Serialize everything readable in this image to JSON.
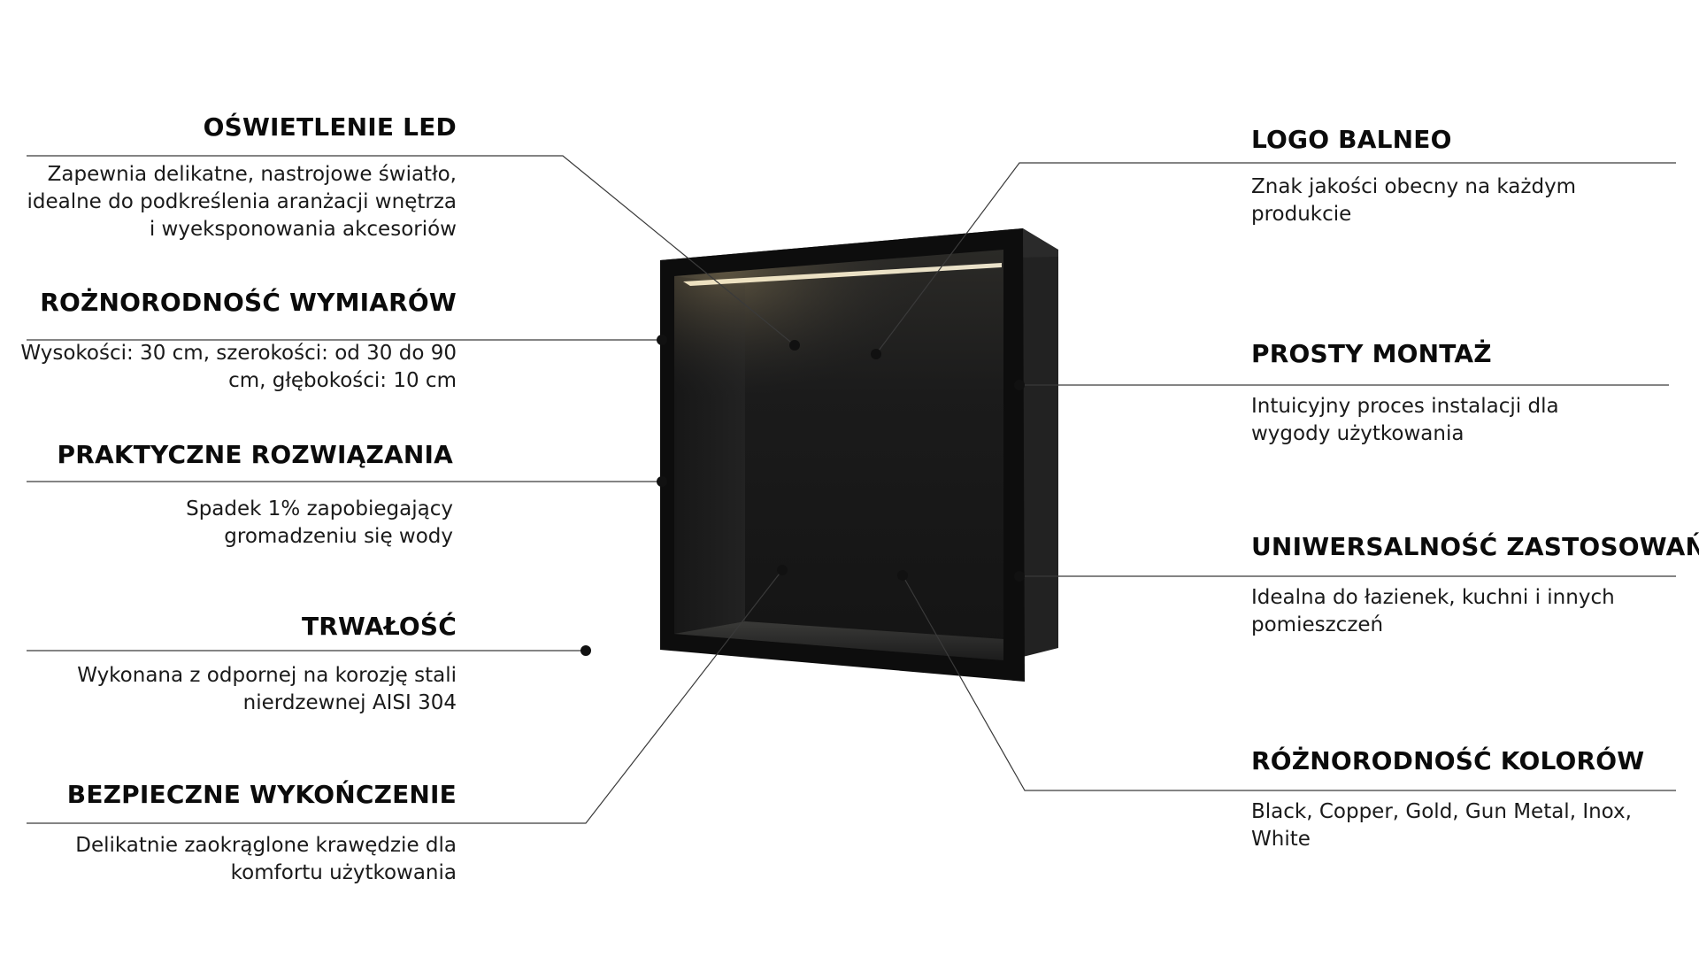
{
  "colors": {
    "background": "#ffffff",
    "text": "#111111",
    "line": "#3a3a3a",
    "product_frame": "#0d0d0d",
    "product_interior": "#1a1a1a",
    "led_glow": "#f4e7c4"
  },
  "features_left": [
    {
      "id": "led",
      "title": "OŚWIETLENIE LED",
      "desc": [
        "Zapewnia delikatne, nastrojowe światło,",
        "idealne do podkreślenia aranżacji wnętrza",
        "i wyeksponowania akcesoriów"
      ]
    },
    {
      "id": "dimensions",
      "title": "ROŻNORODNOŚĆ WYMIARÓW",
      "desc": [
        "Wysokości: 30 cm, szerokości: od 30 do 90",
        "cm, głębokości: 10 cm"
      ]
    },
    {
      "id": "practical",
      "title": "PRAKTYCZNE ROZWIĄZANIA",
      "desc": [
        "Spadek 1% zapobiegający",
        "gromadzeniu się wody"
      ]
    },
    {
      "id": "durability",
      "title": "TRWAŁOŚĆ",
      "desc": [
        "Wykonana z odpornej na korozję stali",
        "nierdzewnej AISI 304"
      ]
    },
    {
      "id": "safe-finish",
      "title": "BEZPIECZNE WYKOŃCZENIE",
      "desc": [
        "Delikatnie zaokrąglone krawędzie dla",
        "komfortu użytkowania"
      ]
    }
  ],
  "features_right": [
    {
      "id": "logo",
      "title": "LOGO BALNEO",
      "desc": [
        "Znak jakości obecny na każdym",
        "produkcie"
      ]
    },
    {
      "id": "mounting",
      "title": "PROSTY MONTAŻ",
      "desc": [
        "Intuicyjny proces instalacji dla",
        "wygody użytkowania"
      ]
    },
    {
      "id": "versatility",
      "title": "UNIWERSALNOŚĆ ZASTOSOWAŃ",
      "desc": [
        "Idealna do łazienek, kuchni i innych",
        "pomieszczeń"
      ]
    },
    {
      "id": "colors",
      "title": "RÓŻNORODNOŚĆ KOLORÓW",
      "desc": [
        "Black, Copper, Gold, Gun Metal, Inox,",
        "White"
      ]
    }
  ]
}
